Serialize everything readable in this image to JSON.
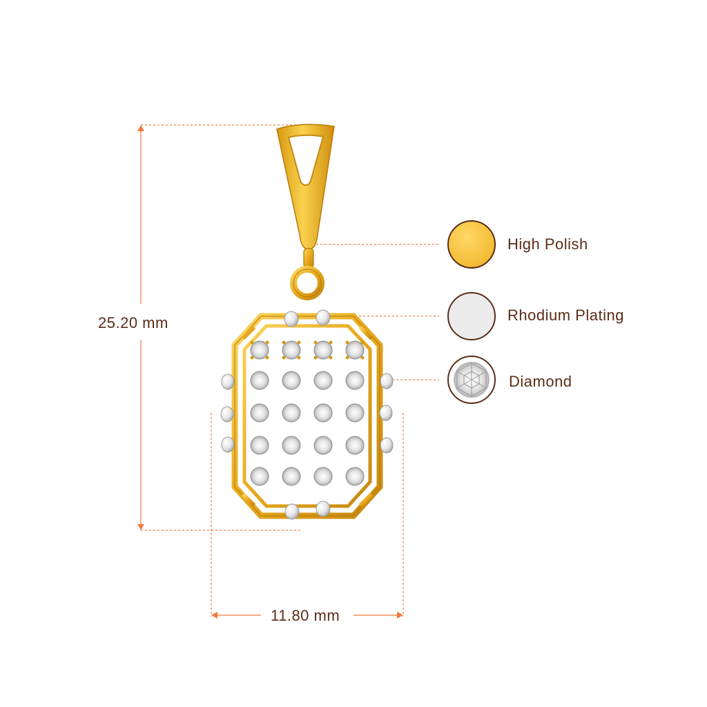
{
  "dimensions": {
    "height": "25.20 mm",
    "width": "11.80 mm"
  },
  "legend": [
    {
      "label": "High Polish",
      "swatch": "#f8c23c",
      "icon": "gold-swatch-icon"
    },
    {
      "label": "Rhodium Plating",
      "swatch": "#e9e9e9",
      "icon": "rhodium-swatch-icon"
    },
    {
      "label": "Diamond",
      "swatch": "#ffffff",
      "icon": "diamond-swatch-icon"
    }
  ],
  "colors": {
    "dimension_line": "#f07a3c",
    "label_text": "#5a2c17",
    "swatch_ring": "#5a2c17",
    "gold": "#e8a81c",
    "gold_light": "#f8cc4a",
    "gold_dark": "#b87a0a"
  }
}
